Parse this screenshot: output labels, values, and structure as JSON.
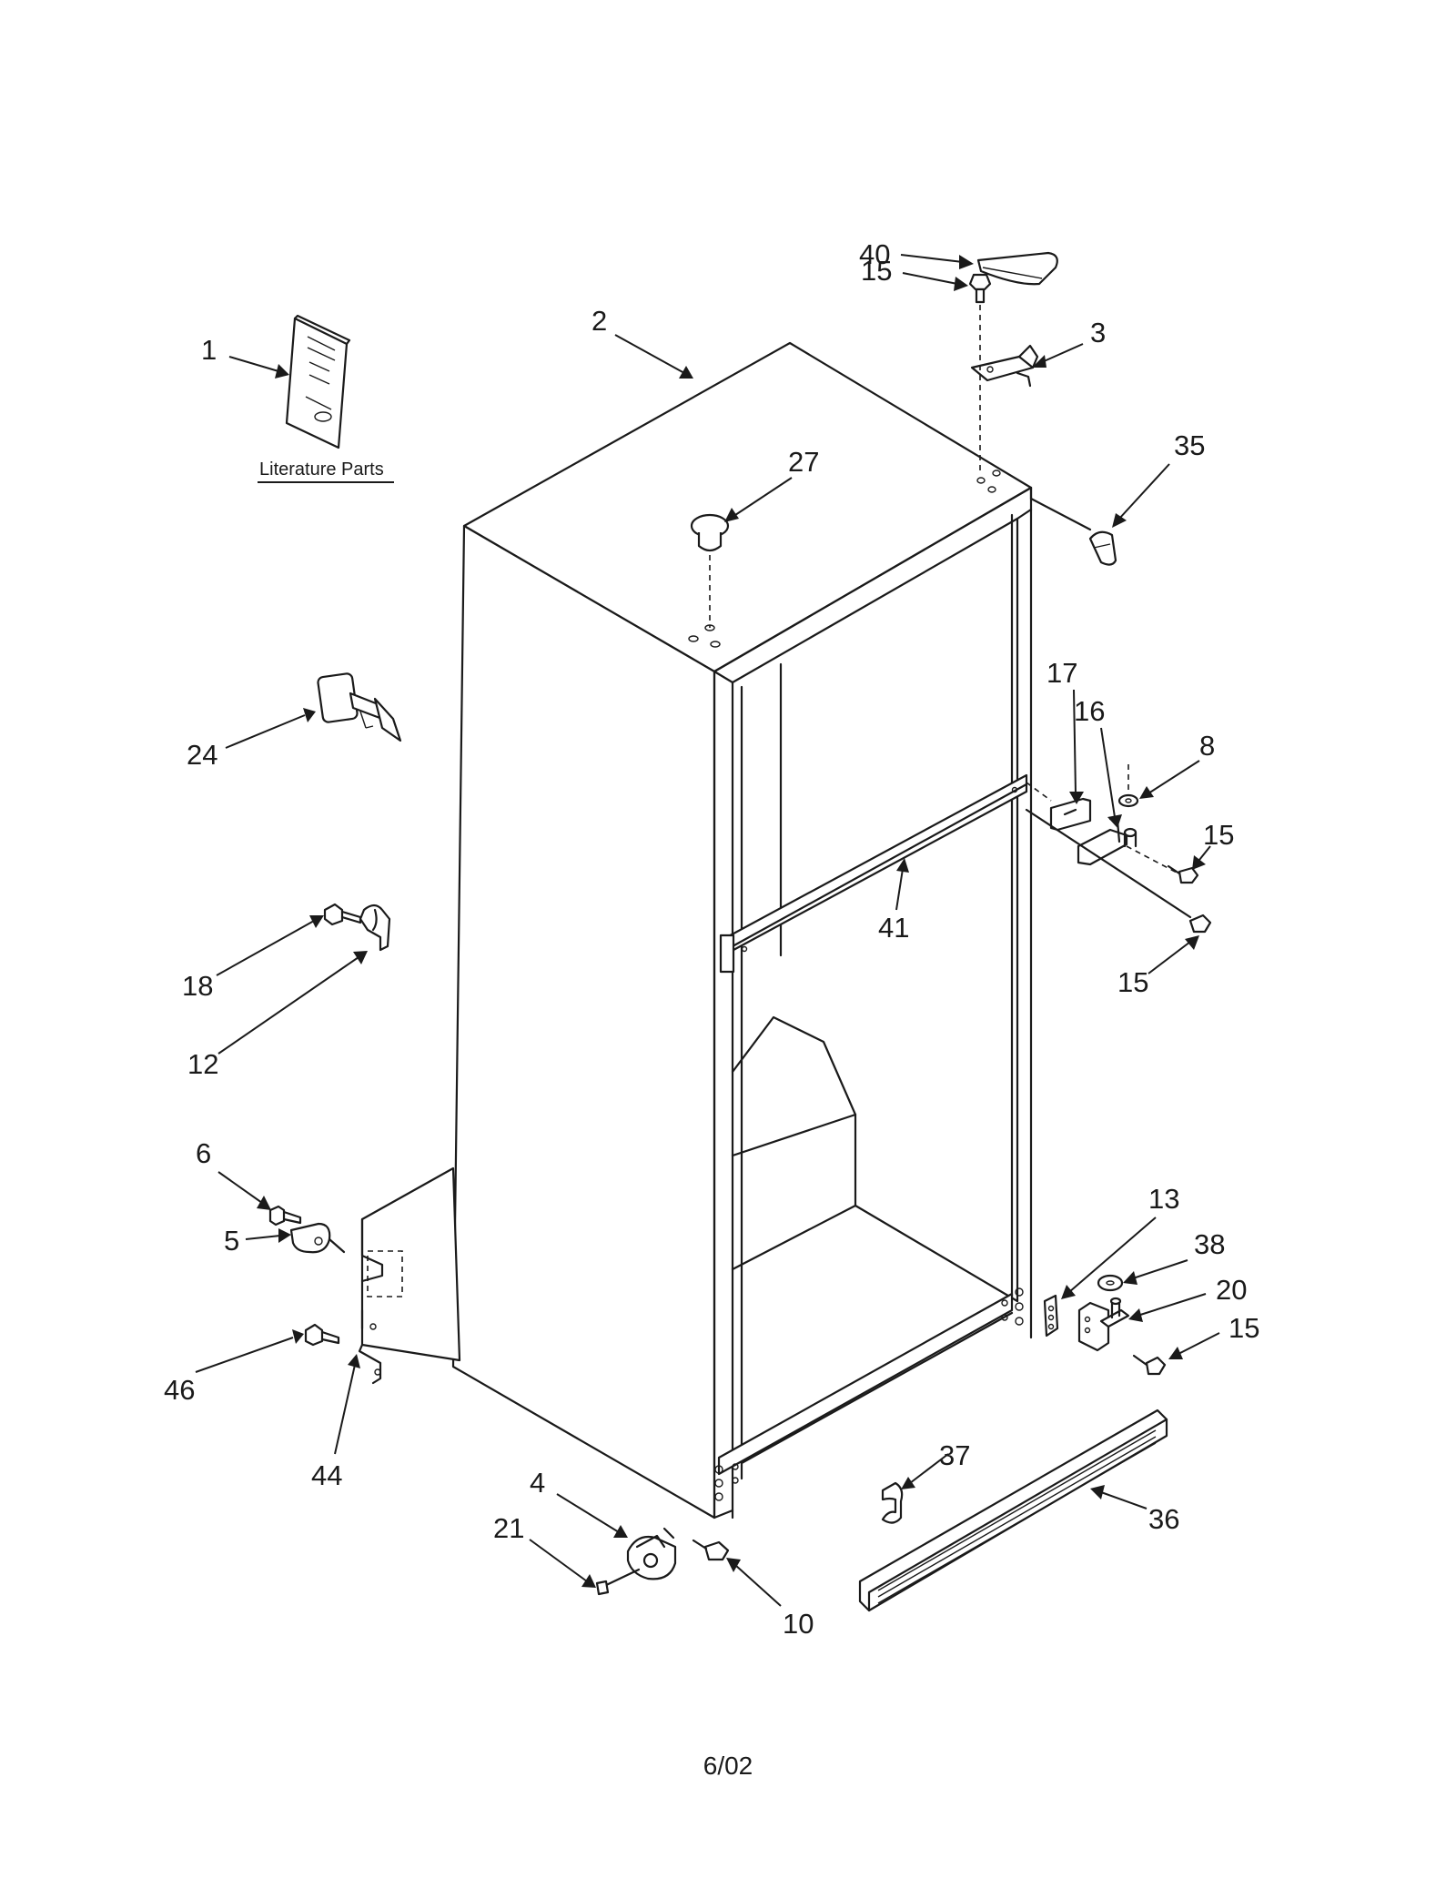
{
  "diagram": {
    "literature_caption": "Literature Parts",
    "footer_date": "6/02",
    "callouts": {
      "c1": "1",
      "c2": "2",
      "c3": "3",
      "c4": "4",
      "c5": "5",
      "c6": "6",
      "c8": "8",
      "c10": "10",
      "c12": "12",
      "c13": "13",
      "c15a": "15",
      "c15b": "15",
      "c15c": "15",
      "c15d": "15",
      "c16": "16",
      "c17": "17",
      "c18": "18",
      "c20": "20",
      "c21": "21",
      "c24": "24",
      "c27": "27",
      "c35": "35",
      "c36": "36",
      "c37": "37",
      "c38": "38",
      "c40": "40",
      "c41": "41",
      "c44": "44",
      "c46": "46"
    }
  }
}
